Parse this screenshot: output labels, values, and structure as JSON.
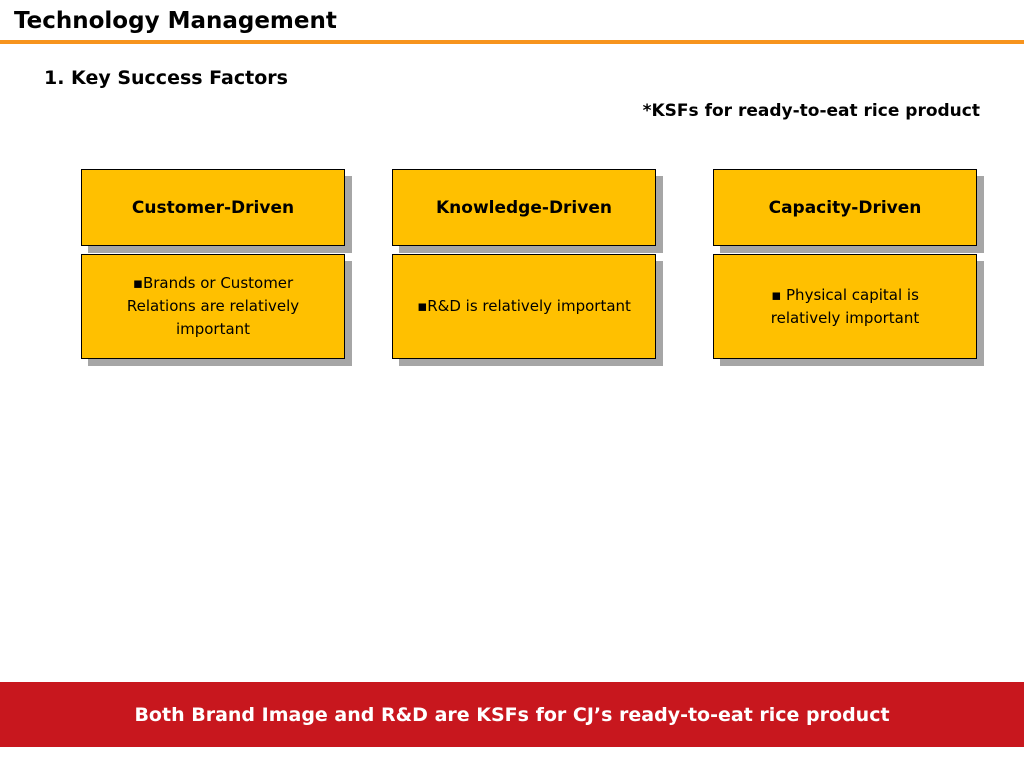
{
  "header": {
    "title": "Technology Management",
    "rule_color": "#f7941d"
  },
  "section": {
    "heading": "1. Key Success Factors",
    "note": "*KSFs for ready-to-eat rice product"
  },
  "factors": [
    {
      "title": "Customer-Driven",
      "description": "▪Brands or Customer Relations are relatively important"
    },
    {
      "title": "Knowledge-Driven",
      "description": "▪R&D is relatively important"
    },
    {
      "title": "Capacity-Driven",
      "description": "▪ Physical capital is relatively important"
    }
  ],
  "card_color": "#ffc000",
  "banner": {
    "text": "Both Brand Image and R&D are KSFs for CJ’s ready-to-eat rice product",
    "color": "#c8171e"
  }
}
